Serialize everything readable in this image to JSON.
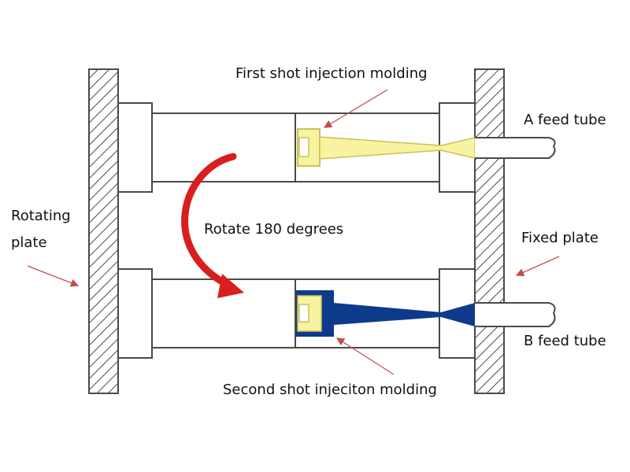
{
  "labels": {
    "first_shot": "First shot injection molding",
    "second_shot": "Second shot injeciton molding",
    "a_feed_tube": "A feed tube",
    "b_feed_tube": "B feed tube",
    "rotating_plate_line1": "Rotating",
    "rotating_plate_line2": "plate",
    "fixed_plate": "Fixed plate",
    "rotate": "Rotate 180 degrees"
  },
  "colors": {
    "first_shot_material": "#f7f3a0",
    "first_shot_stroke": "#c9c25a",
    "second_shot_material": "#0e3a8c",
    "second_shot_insert": "#f7f3a0",
    "rotate_arrow": "#d81e1e",
    "pointer_arrows": "#c0504d",
    "outline": "#4a4a4a"
  }
}
